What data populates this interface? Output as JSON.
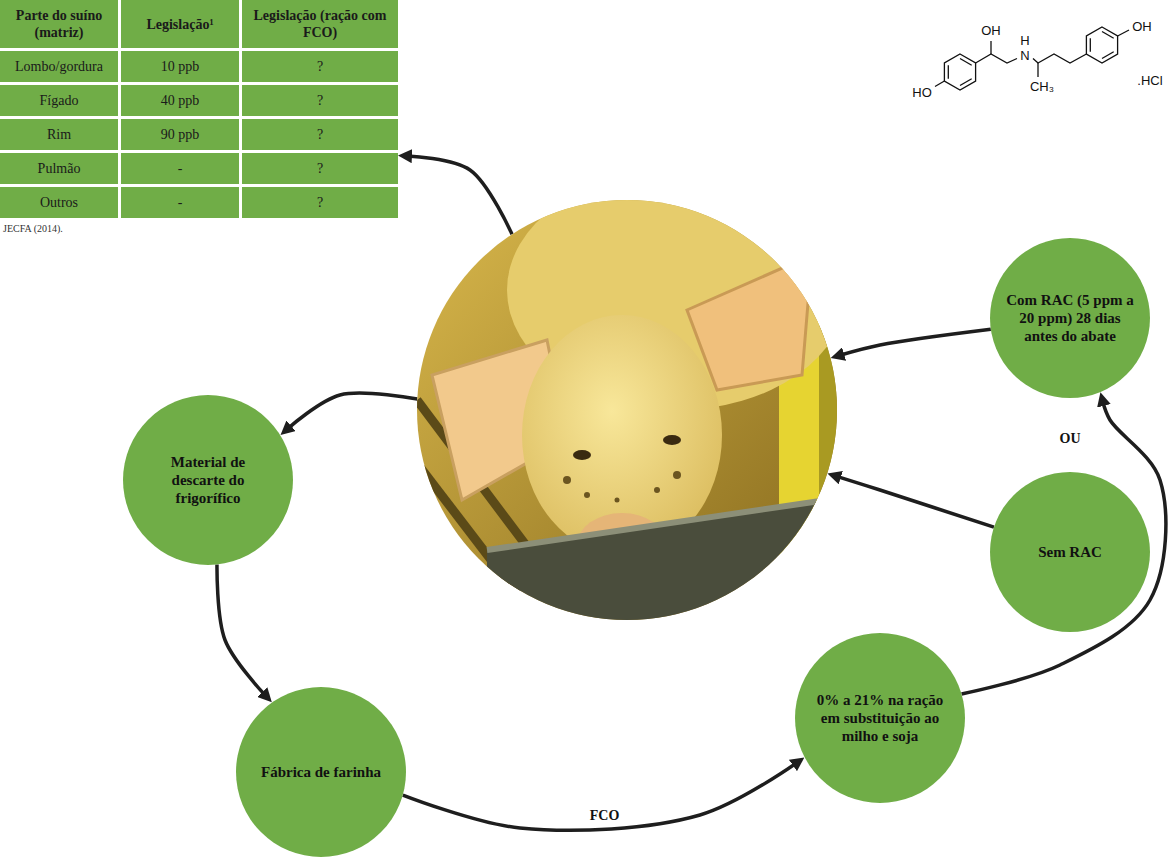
{
  "diagram": {
    "nodes": [
      {
        "text": [
          "Parte do suíno (matriz)",
          "Legislação¹",
          "Legislação (ração com FCO)",
          "Lombo/gordura",
          "10 ppb",
          "?",
          "Fígado",
          "40 ppb",
          "?",
          "Rim",
          "90 ppb",
          "?",
          "Pulmão",
          "-",
          "?",
          "Outros",
          "-",
          "?"
        ]
      },
      {
        "text": [
          "Com RAC (5 ppm a 20 ppm) 28 dias antes do abate"
        ]
      },
      {
        "text": [
          "Sem RAC"
        ]
      },
      {
        "text": []
      },
      {
        "text": [
          "Material de descarte do frigorífico"
        ]
      },
      {
        "text": [
          "Fábrica de farinha"
        ]
      },
      {
        "text": [
          "0% a 21% na ração em substituição ao milho e soja"
        ]
      }
    ],
    "edges": [
      {
        "from": 1,
        "to": 3,
        "arrow": "to"
      },
      {
        "from": 2,
        "to": 3,
        "arrow": "to"
      },
      {
        "from": 3,
        "to": 0,
        "arrow": "to"
      },
      {
        "from": 3,
        "to": 4,
        "arrow": "to"
      },
      {
        "from": 4,
        "to": 5,
        "arrow": "to"
      },
      {
        "from": 5,
        "to": 6,
        "label": "FCO",
        "arrow": "to"
      },
      {
        "from": 6,
        "to": 1,
        "arrow": "to"
      }
    ],
    "labels": [
      "JECFA (2014).",
      "OH",
      "H",
      "N",
      "CH₃",
      "HO",
      "OH",
      ".HCl",
      "OU"
    ]
  }
}
